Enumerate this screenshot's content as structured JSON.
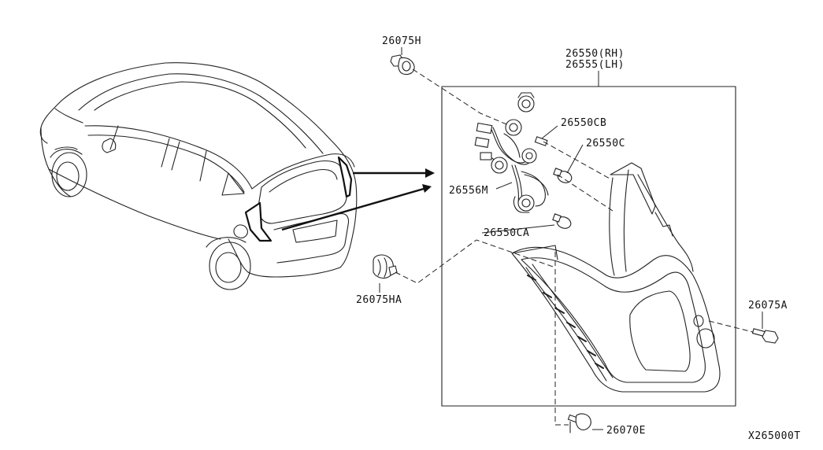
{
  "labels": {
    "p26075h": "26075H",
    "p26550": "26550(RH)",
    "p26555": "26555(LH)",
    "p26550cb": "26550CB",
    "p26550c": "26550C",
    "p26556m": "26556M",
    "p26550ca": "26550CA",
    "p26075ha": "26075HA",
    "p26075a": "26075A",
    "p26070e": "26070E",
    "diagram_code": "X265000T"
  }
}
